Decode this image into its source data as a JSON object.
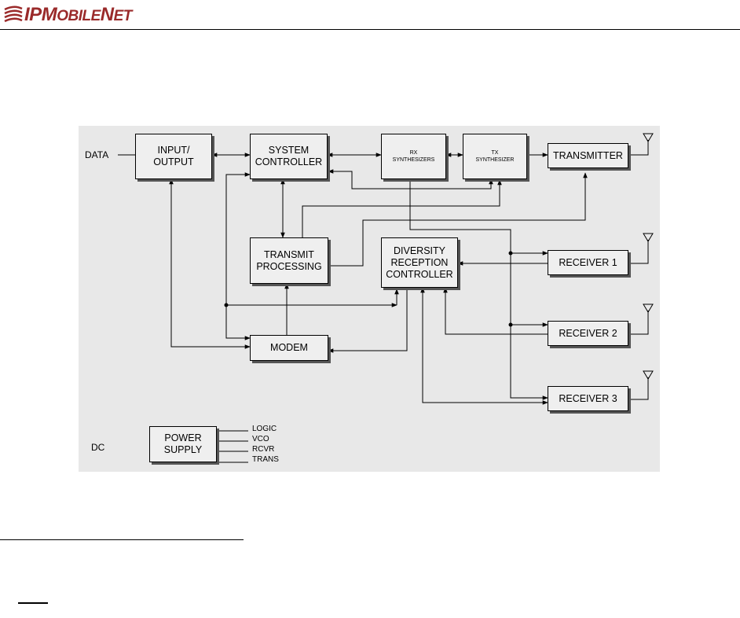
{
  "header": {
    "brand_prefix": "IP",
    "brand_mobile_M": "M",
    "brand_mobile_rest": "OBILE",
    "brand_net_N": "N",
    "brand_net_rest": "ET"
  },
  "diagram": {
    "input_label": "DATA",
    "dc_label": "DC",
    "blocks": {
      "io": {
        "line1": "INPUT/",
        "line2": "OUTPUT"
      },
      "sysctl": {
        "line1": "SYSTEM",
        "line2": "CONTROLLER"
      },
      "rxsyn": {
        "line1": "RX",
        "line2": "SYNTHESIZERS"
      },
      "txsyn": {
        "line1": "TX",
        "line2": "SYNTHESIZER"
      },
      "transmitter": {
        "line1": "TRANSMITTER"
      },
      "txproc": {
        "line1": "TRANSMIT",
        "line2": "PROCESSING"
      },
      "diversity": {
        "line1": "DIVERSITY",
        "line2": "RECEPTION",
        "line3": "CONTROLLER"
      },
      "modem": {
        "line1": "MODEM"
      },
      "rx1": {
        "line1": "RECEIVER 1"
      },
      "rx2": {
        "line1": "RECEIVER 2"
      },
      "rx3": {
        "line1": "RECEIVER 3"
      },
      "power": {
        "line1": "POWER",
        "line2": "SUPPLY"
      }
    },
    "power_outputs": [
      "LOGIC",
      "VCO",
      "RCVR",
      "TRANS"
    ]
  }
}
